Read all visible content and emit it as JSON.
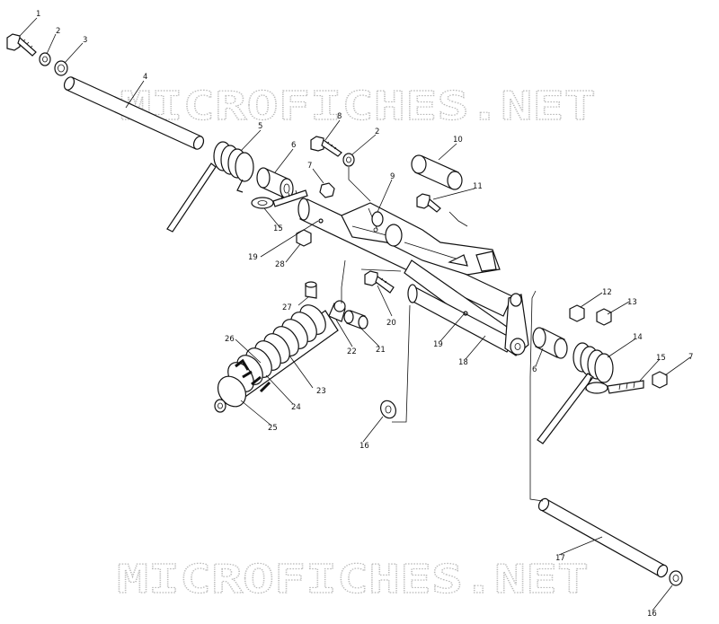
{
  "watermark_top": "MICROFICHES.NET",
  "watermark_bottom": "MICROFICHES.NET",
  "labels": {
    "l1": "1",
    "l2a": "2",
    "l3": "3",
    "l4": "4",
    "l5": "5",
    "l6a": "6",
    "l7a": "7",
    "l8": "8",
    "l2b": "2",
    "l10": "10",
    "l9": "9",
    "l11": "11",
    "l15a": "15",
    "l19a": "19",
    "l28": "28",
    "l27": "27",
    "l20": "20",
    "l22": "22",
    "l21": "21",
    "l26": "26",
    "l23": "23",
    "l24": "24",
    "l25": "25",
    "l16a": "16",
    "l19b": "19",
    "l18": "18",
    "l6b": "6",
    "l12": "12",
    "l13": "13",
    "l14": "14",
    "l15b": "15",
    "l7b": "7",
    "l17": "17",
    "l16b": "16"
  }
}
